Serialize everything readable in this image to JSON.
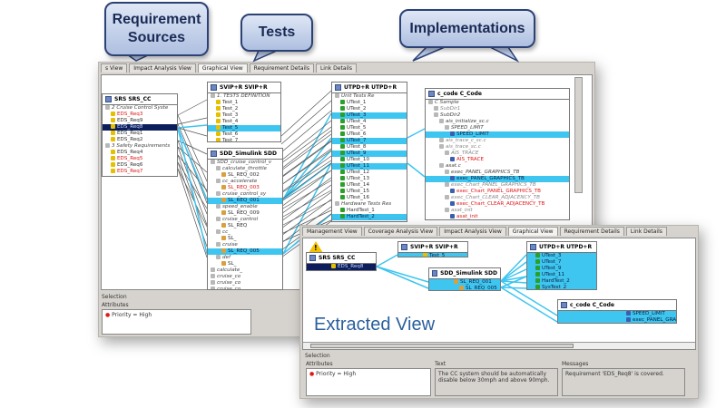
{
  "callouts": {
    "requirement_sources": "Requirement Sources",
    "tests": "Tests",
    "implementations": "Implementations"
  },
  "back_window": {
    "tabs": [
      "s View",
      "Impact Analysis View",
      "Graphical View",
      "Requirement Details",
      "Link Details"
    ],
    "active_tab": 2,
    "selection_label": "Selection",
    "attributes_label": "Attributes",
    "attribute_value": "Priority = High"
  },
  "front_window": {
    "tabs": [
      "Management View",
      "Coverage Analysis View",
      "Impact Analysis View",
      "Graphical View",
      "Requirement Details",
      "Link Details"
    ],
    "active_tab": 3,
    "extracted_label": "Extracted View",
    "selection_label": "Selection",
    "attributes_label": "Attributes",
    "text_label": "Text",
    "messages_label": "Messages",
    "attribute_value": "Priority = High",
    "text_value": "The CC system should be automatically disable below 30mph and above 90mph.",
    "message_value": "Requirement 'EDS_Req8' is covered."
  },
  "colors": {
    "highlight": "#3ec5f0",
    "selected": "#0c1f5c",
    "link_line": "#3ec5f0",
    "missing": "#e01818",
    "callout_border": "#2c4275",
    "extracted_text": "#2a5f9e"
  },
  "boxes": {
    "srs": {
      "title": "SRS   SRS_CC",
      "rows": [
        {
          "t": "2 Cruise Control Syste",
          "k": "grp"
        },
        {
          "t": "EDS_Req3",
          "k": "red",
          "i": 1
        },
        {
          "t": "EDS_Req9",
          "i": 1
        },
        {
          "t": "EDS_Req8",
          "k": "sel",
          "i": 1
        },
        {
          "t": "EDS_Req1",
          "i": 1
        },
        {
          "t": "EDS_Req2",
          "i": 1
        },
        {
          "t": "3 Safety Requirements",
          "k": "grp"
        },
        {
          "t": "EDS_Req4",
          "i": 1
        },
        {
          "t": "EDS_Req5",
          "k": "red",
          "i": 1
        },
        {
          "t": "EDS_Req6",
          "i": 1
        },
        {
          "t": "EDS_Req7",
          "k": "red",
          "i": 1
        }
      ]
    },
    "svip": {
      "title": "SVIP+R   SVIP+R",
      "rows": [
        {
          "t": "1. TESTS DEFINITION",
          "k": "grp"
        },
        {
          "t": "Test_1",
          "i": 1
        },
        {
          "t": "Test_2",
          "i": 1
        },
        {
          "t": "Test_3",
          "i": 1
        },
        {
          "t": "Test_4",
          "i": 1
        },
        {
          "t": "Test_5",
          "k": "hl",
          "i": 1
        },
        {
          "t": "Test_6",
          "i": 1
        },
        {
          "t": "Test_7",
          "i": 1
        }
      ]
    },
    "sdd": {
      "title": "SDD_Simulink   SDD",
      "rows": [
        {
          "t": "SDD_cruise_control_v",
          "k": "grp"
        },
        {
          "t": "calculate_throttle",
          "k": "grp",
          "i": 1
        },
        {
          "t": "SL_REQ_002",
          "i": 2
        },
        {
          "t": "cc_accelerate",
          "k": "grp",
          "i": 1
        },
        {
          "t": "SL_REQ_003",
          "k": "red",
          "i": 2
        },
        {
          "t": "cruise_control_sy",
          "k": "grp",
          "i": 1
        },
        {
          "t": "SL_REQ_001",
          "k": "hl",
          "i": 2
        },
        {
          "t": "speed_enable",
          "k": "grp",
          "i": 1
        },
        {
          "t": "SL_REQ_009",
          "i": 2
        },
        {
          "t": "cruise_control",
          "k": "grp",
          "i": 1
        },
        {
          "t": "SL_REQ",
          "i": 2
        },
        {
          "t": "cc_",
          "k": "grp",
          "i": 1
        },
        {
          "t": "SL_",
          "i": 2
        },
        {
          "t": "cruise",
          "k": "grp",
          "i": 1
        },
        {
          "t": "SL_REQ_005",
          "k": "hl",
          "i": 2
        },
        {
          "t": "def",
          "k": "grp",
          "i": 1
        },
        {
          "t": "SL_",
          "i": 2
        },
        {
          "t": "calculate_",
          "k": "grp"
        },
        {
          "t": "cruise_co",
          "k": "grp"
        },
        {
          "t": "cruise_co",
          "k": "grp"
        },
        {
          "t": "cruise_co",
          "k": "grp"
        }
      ]
    },
    "utpd": {
      "title": "UTPD+R   UTPD+R",
      "rows": [
        {
          "t": "Unit Tests Re",
          "k": "grp"
        },
        {
          "t": "UTest_1",
          "i": 1
        },
        {
          "t": "UTest_2",
          "i": 1
        },
        {
          "t": "UTest_3",
          "k": "hl",
          "i": 1
        },
        {
          "t": "UTest_4",
          "i": 1
        },
        {
          "t": "UTest_5",
          "i": 1
        },
        {
          "t": "UTest_6",
          "i": 1
        },
        {
          "t": "UTest_7",
          "k": "hl",
          "i": 1
        },
        {
          "t": "UTest_8",
          "i": 1
        },
        {
          "t": "UTest_9",
          "k": "hl",
          "i": 1
        },
        {
          "t": "UTest_10",
          "i": 1
        },
        {
          "t": "UTest_11",
          "k": "hl",
          "i": 1
        },
        {
          "t": "UTest_12",
          "i": 1
        },
        {
          "t": "UTest_13",
          "i": 1
        },
        {
          "t": "UTest_14",
          "i": 1
        },
        {
          "t": "UTest_15",
          "i": 1
        },
        {
          "t": "UTest_16",
          "i": 1
        },
        {
          "t": "Hardware Tests Res",
          "k": "grp"
        },
        {
          "t": "HardTest_1",
          "i": 1
        },
        {
          "t": "HardTest_2",
          "k": "hl",
          "i": 1
        }
      ]
    },
    "ccode": {
      "title": "c_code   C_Code",
      "rows": [
        {
          "t": "C Sample",
          "k": "grp"
        },
        {
          "t": "SubDir1",
          "k": "gray",
          "i": 1
        },
        {
          "t": "SubDir2",
          "k": "grp",
          "i": 1
        },
        {
          "t": "ais_initialize_sc.c",
          "k": "grp",
          "i": 2
        },
        {
          "t": "SPEED_LIMIT",
          "k": "grp",
          "i": 3
        },
        {
          "t": "SPEED_LIMIT",
          "k": "hl",
          "i": 4
        },
        {
          "t": "ais_trace_c_sc.c",
          "k": "gray",
          "i": 2
        },
        {
          "t": "ais_trace_sc.c",
          "k": "gray",
          "i": 2
        },
        {
          "t": "AIS_TRACE",
          "k": "gray",
          "i": 3
        },
        {
          "t": "AIS_TRACE",
          "k": "red",
          "i": 4
        },
        {
          "t": "asat.c",
          "k": "grp",
          "i": 2
        },
        {
          "t": "exec_PANEL_GRAPHICS_TB",
          "k": "grp",
          "i": 3
        },
        {
          "t": "exec_PANEL_GRAPHICS_TB",
          "k": "hl",
          "i": 4
        },
        {
          "t": "exec_Chart_PANEL_GRAPHICS_TB",
          "k": "gray",
          "i": 3
        },
        {
          "t": "exec_Chart_PANEL_GRAPHICS_TB",
          "k": "red",
          "i": 4
        },
        {
          "t": "exec_Chart_CLEAR_ADJACENCY_TB",
          "k": "gray",
          "i": 3
        },
        {
          "t": "exec_Chart_CLEAR_ADJACENCY_TB",
          "k": "red",
          "i": 4
        },
        {
          "t": "asat_init",
          "k": "gray",
          "i": 3
        },
        {
          "t": "asat_init",
          "k": "red",
          "i": 4
        }
      ]
    },
    "f_srs": {
      "title": "SRS   SRS_CC",
      "rows": [
        {
          "t": "EDS_Req8",
          "k": "sel",
          "i": 4
        }
      ]
    },
    "f_svip": {
      "title": "SVIP+R   SVIP+R",
      "rows": [
        {
          "t": "Test_5",
          "k": "hl",
          "i": 4
        }
      ]
    },
    "f_sdd": {
      "title": "SDD_Simulink   SDD",
      "rows": [
        {
          "t": "SL_REQ_001",
          "k": "hl",
          "i": 4
        },
        {
          "t": "SL_REQ_005",
          "k": "hl",
          "i": 5
        }
      ]
    },
    "f_utpd": {
      "title": "UTPD+R   UTPD+R",
      "rows": [
        {
          "t": "UTest_3",
          "k": "hl",
          "i": 1
        },
        {
          "t": "UTest_7",
          "k": "hl",
          "i": 1
        },
        {
          "t": "UTest_9",
          "k": "hl",
          "i": 1
        },
        {
          "t": "UTest_11",
          "k": "hl",
          "i": 1
        },
        {
          "t": "HardTest_2",
          "k": "hl",
          "i": 1
        },
        {
          "t": "SysTest_2",
          "k": "hl",
          "i": 1
        }
      ]
    },
    "f_ccode": {
      "title": "c_code   C_Code",
      "rows": [
        {
          "t": "SPEED_LIMIT",
          "k": "hl",
          "i": 12
        },
        {
          "t": "exec_PANEL_GRAPHICS_TB",
          "k": "hl",
          "i": 12
        }
      ]
    }
  }
}
